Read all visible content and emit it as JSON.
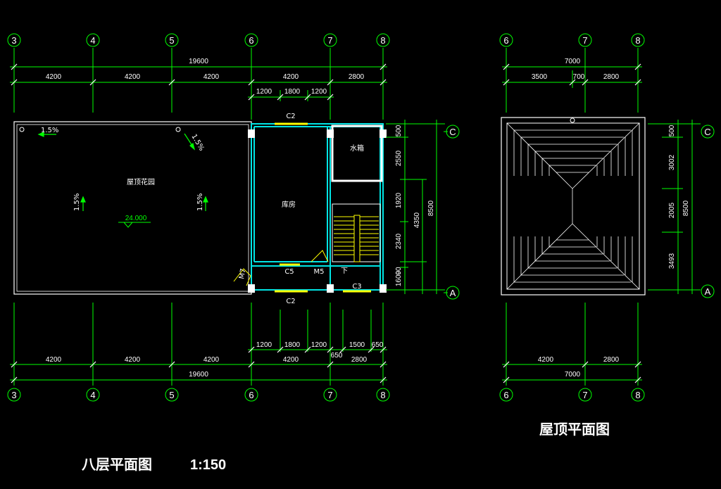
{
  "colors": {
    "background": "#000000",
    "dimension_line": "#00ff00",
    "outline": "#ffffff",
    "wall": "#00e5e5",
    "window": "#ffff00",
    "stair": "#ffff00",
    "axis_circle": "#00ff00"
  },
  "eighth_floor": {
    "title": "八层平面图",
    "scale": "1:150",
    "axes_h": [
      "3",
      "4",
      "5",
      "6",
      "7",
      "8"
    ],
    "axis_c": "C",
    "axis_a": "A",
    "top_total": "19600",
    "top_spans": [
      "4200",
      "4200",
      "4200",
      "4200",
      "2800"
    ],
    "top_sub": [
      "1200",
      "1800",
      "1200"
    ],
    "bottom_sub": [
      "1200",
      "1800",
      "1200",
      "1500",
      "650"
    ],
    "bottom_650": "650",
    "bottom_spans": [
      "4200",
      "4200",
      "4200",
      "4200",
      "2800"
    ],
    "bottom_total": "19600",
    "right_segments": [
      "500",
      "2550",
      "1920",
      "2340",
      "90",
      "1600"
    ],
    "right_mid": "4350",
    "right_total": "8500",
    "rooms": {
      "garden": "屋顶花园",
      "storage": "库房",
      "water_tank": "水箱"
    },
    "elevation": "24.000",
    "slopes": [
      "1.5%",
      "1.5%",
      "1.5%",
      "1.5%"
    ],
    "openings": {
      "c2_top": "C2",
      "c2_bottom": "C2",
      "c5": "C5",
      "m5": "M5",
      "c3": "C3",
      "m7": "M7",
      "down": "下"
    }
  },
  "roof_plan": {
    "title": "屋顶平面图",
    "axes_h": [
      "6",
      "7",
      "8"
    ],
    "axis_c": "C",
    "axis_a": "A",
    "top_total": "7000",
    "top_spans": [
      "3500",
      "700",
      "2800"
    ],
    "bottom_spans": [
      "4200",
      "2800"
    ],
    "bottom_total": "7000",
    "right_segments": [
      "500",
      "3002",
      "2005",
      "3493"
    ],
    "right_total": "8500"
  }
}
